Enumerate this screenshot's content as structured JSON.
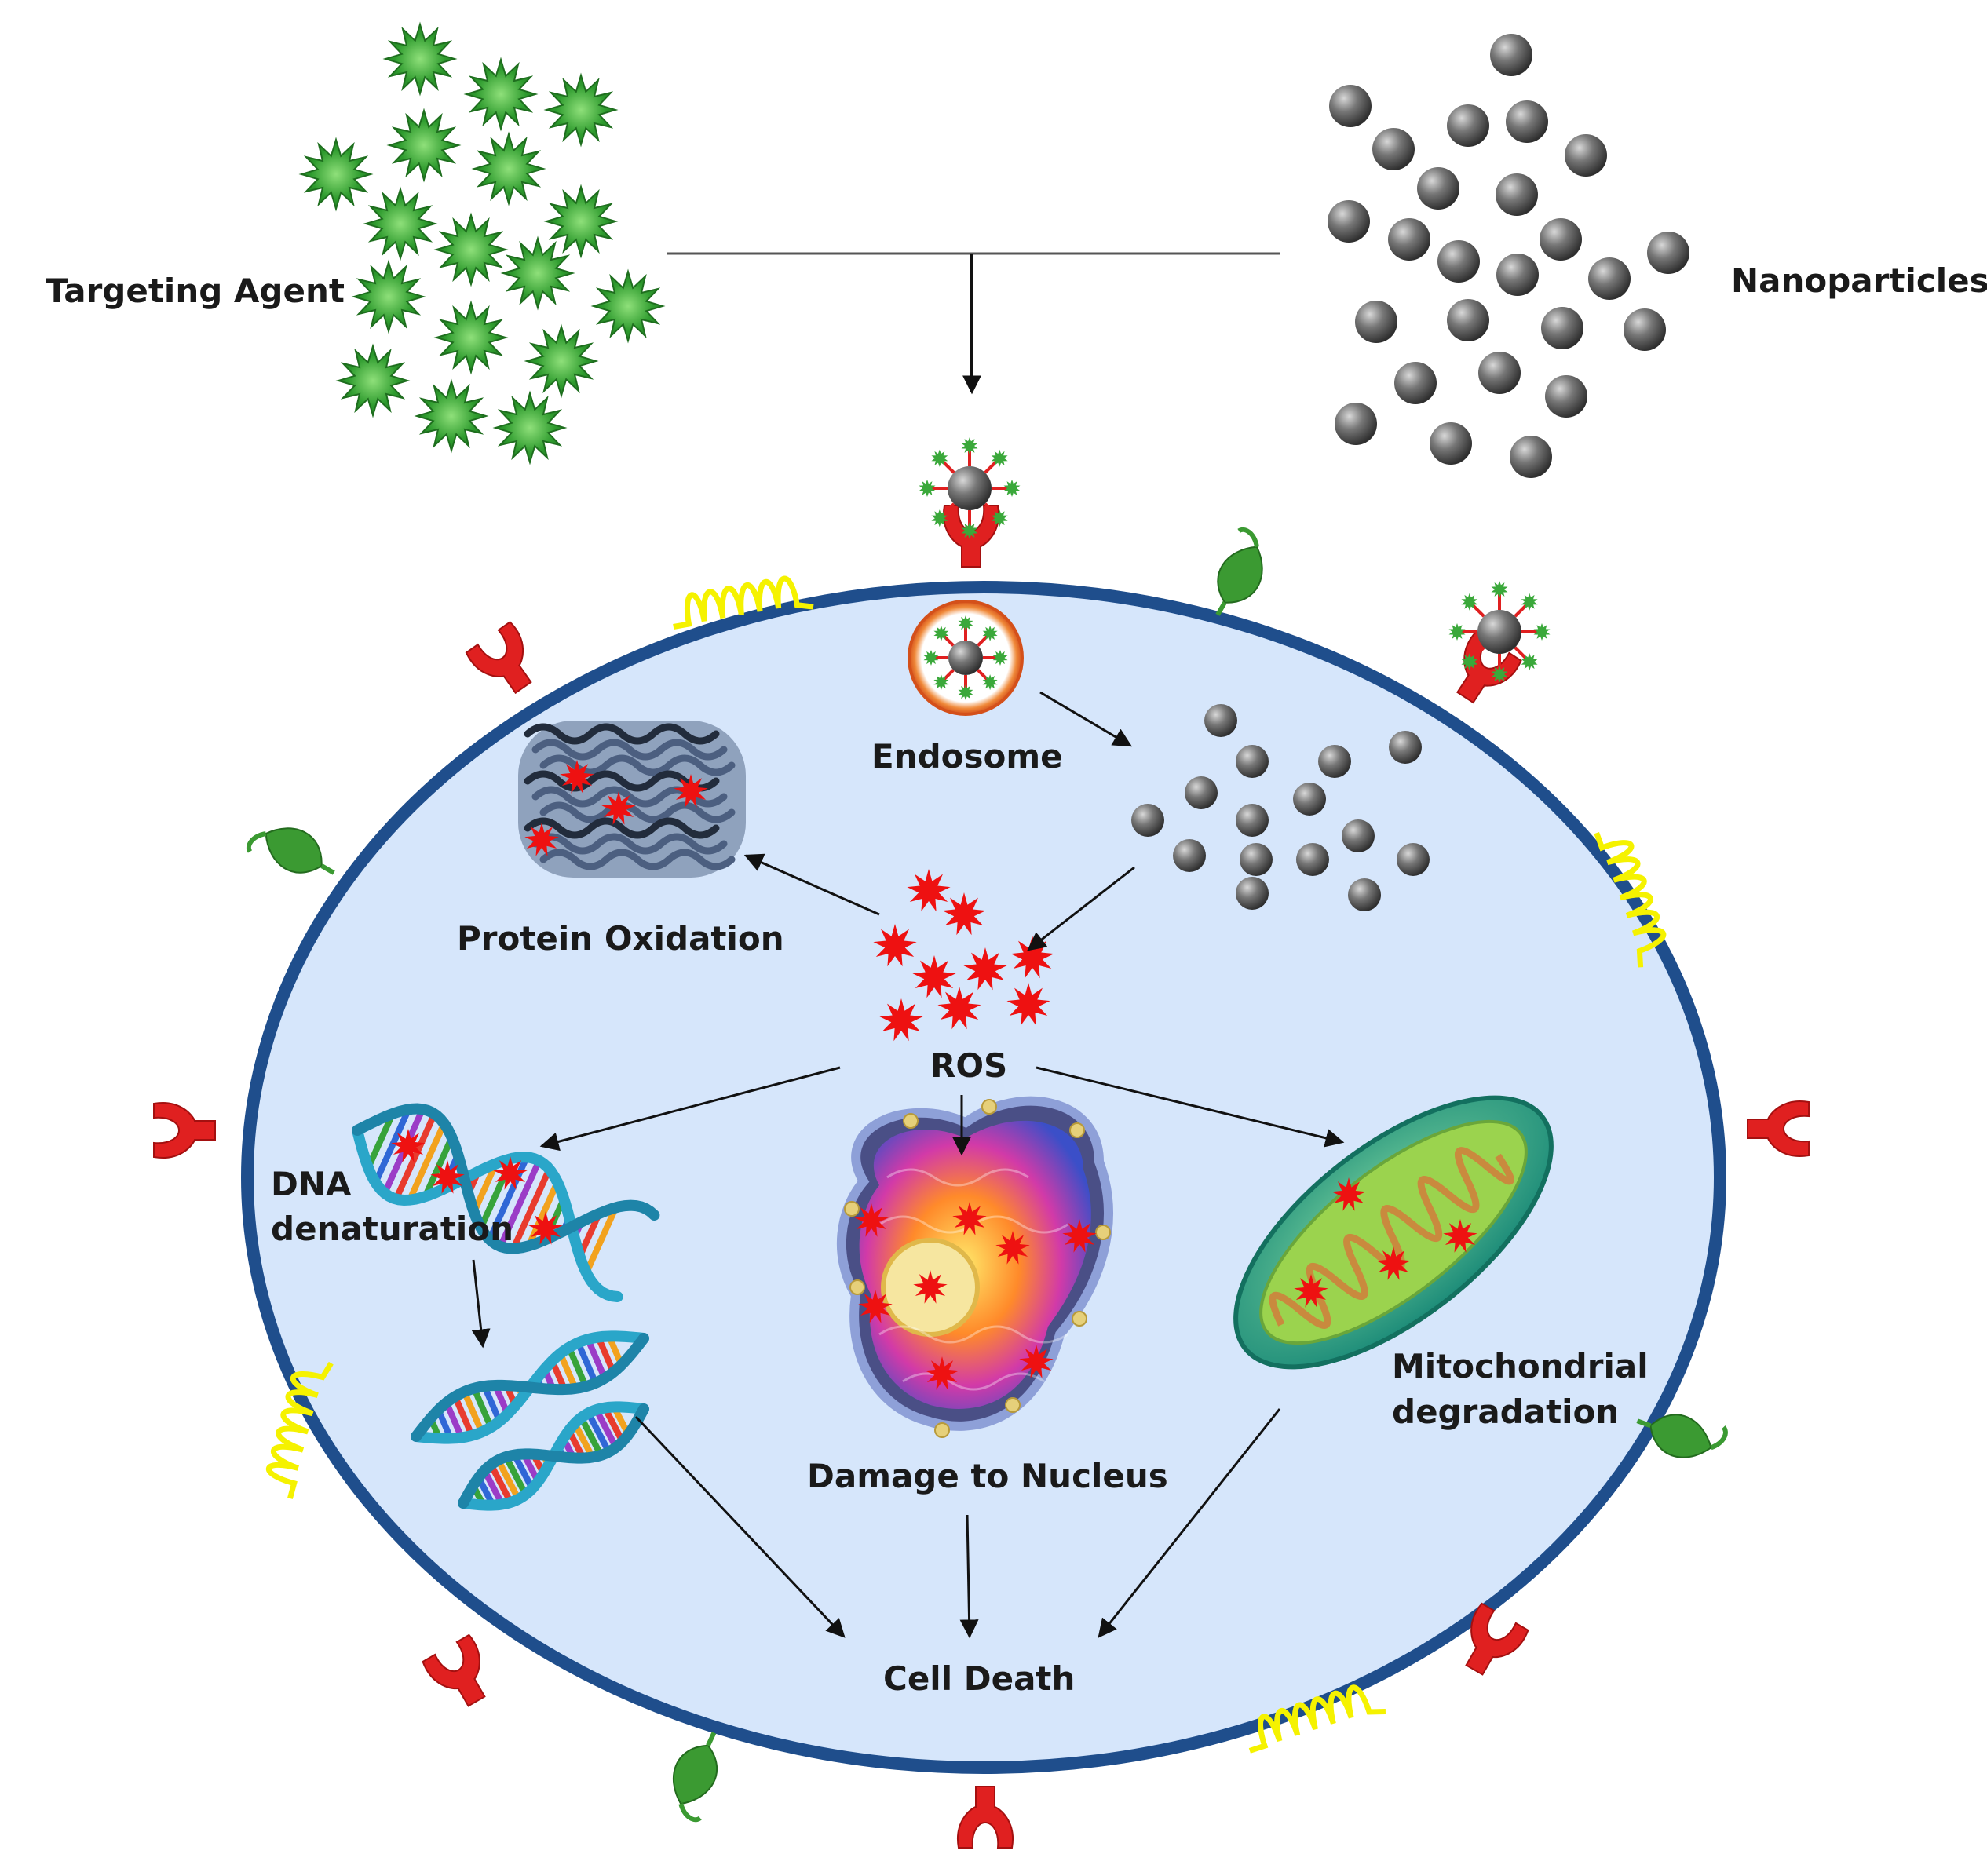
{
  "labels": {
    "targeting_agent": "Targeting Agent",
    "nanoparticles": "Nanoparticles",
    "endosome": "Endosome",
    "protein_oxidation": "Protein Oxidation",
    "ros": "ROS",
    "dna_line1": "DNA",
    "dna_line2": "denaturation",
    "damage_nucleus": "Damage to Nucleus",
    "mito_line1": "Mitochondrial",
    "mito_line2": "degradation",
    "cell_death": "Cell Death"
  },
  "colors": {
    "membrane": "#1f4e8c",
    "cytoplasm": "#d6e6fb",
    "targeting_agent": "#3aa83a",
    "nanoparticle": "#6e6e6e",
    "ros": "#ee1111",
    "receptor_red": "#e02020",
    "receptor_green": "#3b9a32",
    "receptor_yellow": "#f5f200",
    "arrow": "#111111"
  },
  "icons": {
    "targeting_agent": "green-star-cluster",
    "nanoparticle": "grey-sphere",
    "receptor_red": "y-shaped-receptor",
    "receptor_green": "leaf-receptor",
    "receptor_yellow": "coiled-transmembrane-protein",
    "protein": "protein-ribbon-structure",
    "dna": "double-helix",
    "nucleus": "nucleus",
    "mitochondrion": "mitochondrion"
  }
}
